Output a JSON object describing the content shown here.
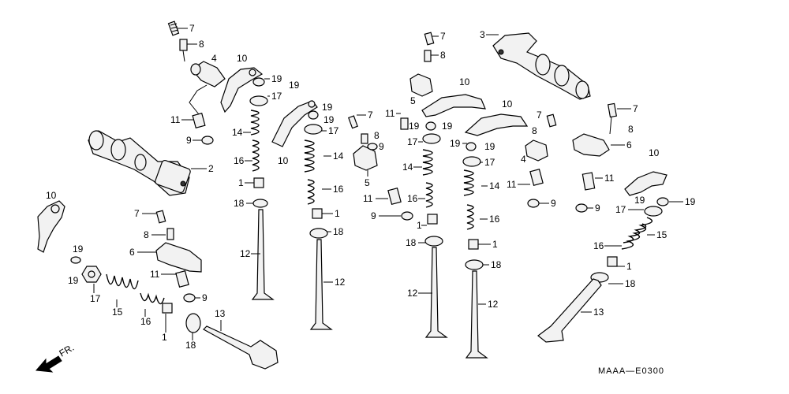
{
  "diagram": {
    "catalog_code": "MAAA—E0300",
    "front_marker": "FR.",
    "labels": [
      {
        "id": "l1",
        "text": "7"
      },
      {
        "id": "l2",
        "text": "8"
      },
      {
        "id": "l3",
        "text": "4"
      },
      {
        "id": "l4",
        "text": "10"
      },
      {
        "id": "l5",
        "text": "19"
      },
      {
        "id": "l6",
        "text": "19"
      },
      {
        "id": "l7",
        "text": "17"
      },
      {
        "id": "l8",
        "text": "11"
      },
      {
        "id": "l9",
        "text": "9"
      },
      {
        "id": "l10",
        "text": "14"
      },
      {
        "id": "l11",
        "text": "2"
      },
      {
        "id": "l12",
        "text": "16"
      },
      {
        "id": "l13",
        "text": "1"
      },
      {
        "id": "l14",
        "text": "18"
      },
      {
        "id": "l15",
        "text": "10"
      },
      {
        "id": "l16",
        "text": "7"
      },
      {
        "id": "l17",
        "text": "8"
      },
      {
        "id": "l18",
        "text": "6"
      },
      {
        "id": "l19",
        "text": "11"
      },
      {
        "id": "l20",
        "text": "9"
      },
      {
        "id": "l21",
        "text": "19"
      },
      {
        "id": "l22",
        "text": "19"
      },
      {
        "id": "l23",
        "text": "17"
      },
      {
        "id": "l24",
        "text": "15"
      },
      {
        "id": "l25",
        "text": "16"
      },
      {
        "id": "l26",
        "text": "1"
      },
      {
        "id": "l27",
        "text": "18"
      },
      {
        "id": "l28",
        "text": "13"
      },
      {
        "id": "l29",
        "text": "12"
      },
      {
        "id": "l30",
        "text": "19"
      },
      {
        "id": "l31",
        "text": "19"
      },
      {
        "id": "l32",
        "text": "17"
      },
      {
        "id": "l33",
        "text": "10"
      },
      {
        "id": "l34",
        "text": "14"
      },
      {
        "id": "l35",
        "text": "16"
      },
      {
        "id": "l36",
        "text": "1"
      },
      {
        "id": "l37",
        "text": "18"
      },
      {
        "id": "l38",
        "text": "12"
      },
      {
        "id": "l39",
        "text": "7"
      },
      {
        "id": "l40",
        "text": "8"
      },
      {
        "id": "l41",
        "text": "9"
      },
      {
        "id": "l42",
        "text": "5"
      },
      {
        "id": "l43",
        "text": "11"
      },
      {
        "id": "l44",
        "text": "9"
      },
      {
        "id": "l45",
        "text": "7"
      },
      {
        "id": "l46",
        "text": "8"
      },
      {
        "id": "l47",
        "text": "5"
      },
      {
        "id": "l48",
        "text": "11"
      },
      {
        "id": "l49",
        "text": "19"
      },
      {
        "id": "l50",
        "text": "19"
      },
      {
        "id": "l51",
        "text": "17"
      },
      {
        "id": "l52",
        "text": "14"
      },
      {
        "id": "l53",
        "text": "16"
      },
      {
        "id": "l54",
        "text": "1"
      },
      {
        "id": "l55",
        "text": "18"
      },
      {
        "id": "l56",
        "text": "12"
      },
      {
        "id": "l57",
        "text": "10"
      },
      {
        "id": "l58",
        "text": "3"
      },
      {
        "id": "l59",
        "text": "10"
      },
      {
        "id": "l60",
        "text": "7"
      },
      {
        "id": "l61",
        "text": "8"
      },
      {
        "id": "l62",
        "text": "19"
      },
      {
        "id": "l63",
        "text": "19"
      },
      {
        "id": "l64",
        "text": "17"
      },
      {
        "id": "l65",
        "text": "4"
      },
      {
        "id": "l66",
        "text": "14"
      },
      {
        "id": "l67",
        "text": "11"
      },
      {
        "id": "l68",
        "text": "16"
      },
      {
        "id": "l69",
        "text": "1"
      },
      {
        "id": "l70",
        "text": "18"
      },
      {
        "id": "l71",
        "text": "12"
      },
      {
        "id": "l72",
        "text": "9"
      },
      {
        "id": "l73",
        "text": "7"
      },
      {
        "id": "l74",
        "text": "8"
      },
      {
        "id": "l75",
        "text": "6"
      },
      {
        "id": "l76",
        "text": "11"
      },
      {
        "id": "l77",
        "text": "9"
      },
      {
        "id": "l78",
        "text": "10"
      },
      {
        "id": "l79",
        "text": "19"
      },
      {
        "id": "l80",
        "text": "17"
      },
      {
        "id": "l81",
        "text": "19"
      },
      {
        "id": "l82",
        "text": "15"
      },
      {
        "id": "l83",
        "text": "16"
      },
      {
        "id": "l84",
        "text": "1"
      },
      {
        "id": "l85",
        "text": "18"
      },
      {
        "id": "l86",
        "text": "13"
      }
    ]
  }
}
